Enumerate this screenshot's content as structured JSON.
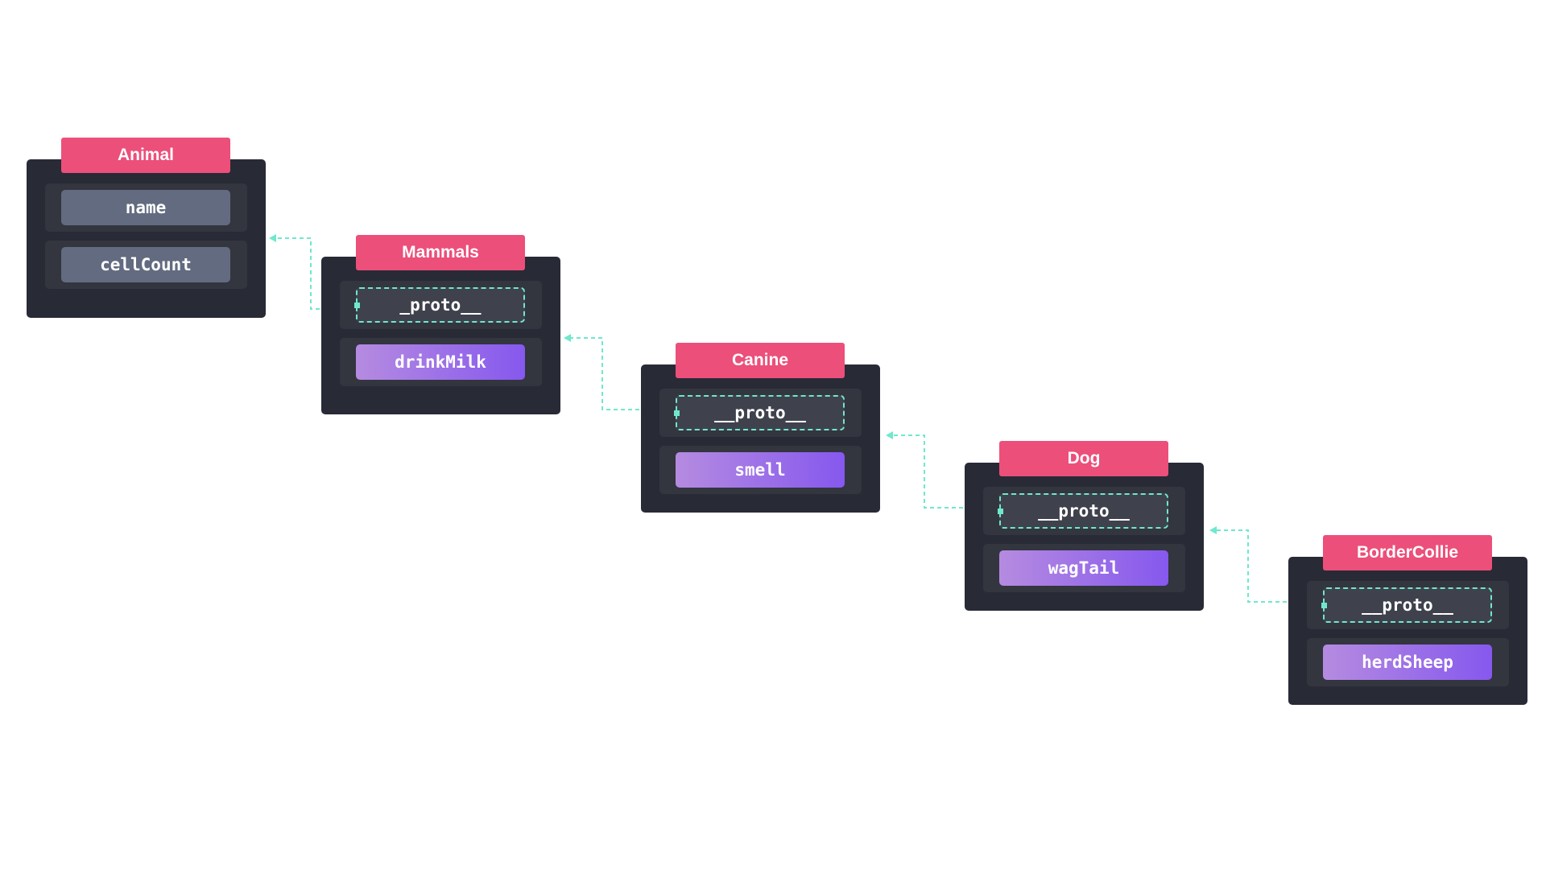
{
  "diagram": {
    "colors": {
      "background": "#ffffff",
      "node": "#282a36",
      "slot": "#33353f",
      "title": "#ec4f7a",
      "property": "#636b80",
      "proto": "#3f424d",
      "method_gradient": [
        "#b58be0",
        "#8658ee"
      ],
      "connector": "#6fe8cd"
    },
    "nodes": [
      {
        "id": "animal",
        "title": "Animal",
        "slots": [
          {
            "kind": "property",
            "label": "name"
          },
          {
            "kind": "property",
            "label": "cellCount"
          }
        ]
      },
      {
        "id": "mammals",
        "title": "Mammals",
        "slots": [
          {
            "kind": "proto",
            "label": "_proto__"
          },
          {
            "kind": "method",
            "label": "drinkMilk"
          }
        ]
      },
      {
        "id": "canine",
        "title": "Canine",
        "slots": [
          {
            "kind": "proto",
            "label": "__proto__"
          },
          {
            "kind": "method",
            "label": "smell"
          }
        ]
      },
      {
        "id": "dog",
        "title": "Dog",
        "slots": [
          {
            "kind": "proto",
            "label": "__proto__"
          },
          {
            "kind": "method",
            "label": "wagTail"
          }
        ]
      },
      {
        "id": "bordercollie",
        "title": "BorderCollie",
        "slots": [
          {
            "kind": "proto",
            "label": "__proto__"
          },
          {
            "kind": "method",
            "label": "herdSheep"
          }
        ]
      }
    ],
    "edges": [
      {
        "from": "mammals",
        "to": "animal"
      },
      {
        "from": "canine",
        "to": "mammals"
      },
      {
        "from": "dog",
        "to": "canine"
      },
      {
        "from": "bordercollie",
        "to": "dog"
      }
    ]
  }
}
